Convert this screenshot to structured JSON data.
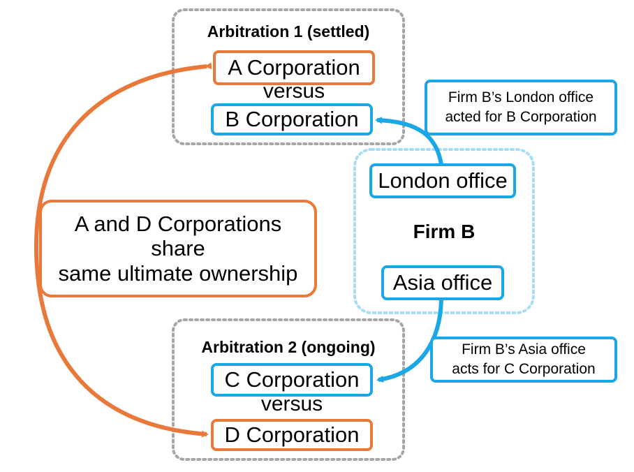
{
  "arbitration1": {
    "title": "Arbitration 1 (settled)",
    "party_a": "A Corporation",
    "versus": "versus",
    "party_b": "B Corporation"
  },
  "arbitration2": {
    "title": "Arbitration 2 (ongoing)",
    "party_c": "C Corporation",
    "versus": "versus",
    "party_d": "D Corporation"
  },
  "firm": {
    "name": "Firm B",
    "london_office": "London office",
    "asia_office": "Asia office"
  },
  "notes": {
    "london_line1": "Firm B’s London office",
    "london_line2": "acted for B Corporation",
    "asia_line1": "Firm B’s Asia office",
    "asia_line2": "acts for C Corporation",
    "ownership_line1": "A and D Corporations",
    "ownership_line2": "share",
    "ownership_line3": "same ultimate ownership"
  },
  "colors": {
    "orange": "#E8793A",
    "blue": "#1AA7E6",
    "light_blue_dotted": "#A8DDF3",
    "grey_dotted": "#A6A6A6"
  }
}
